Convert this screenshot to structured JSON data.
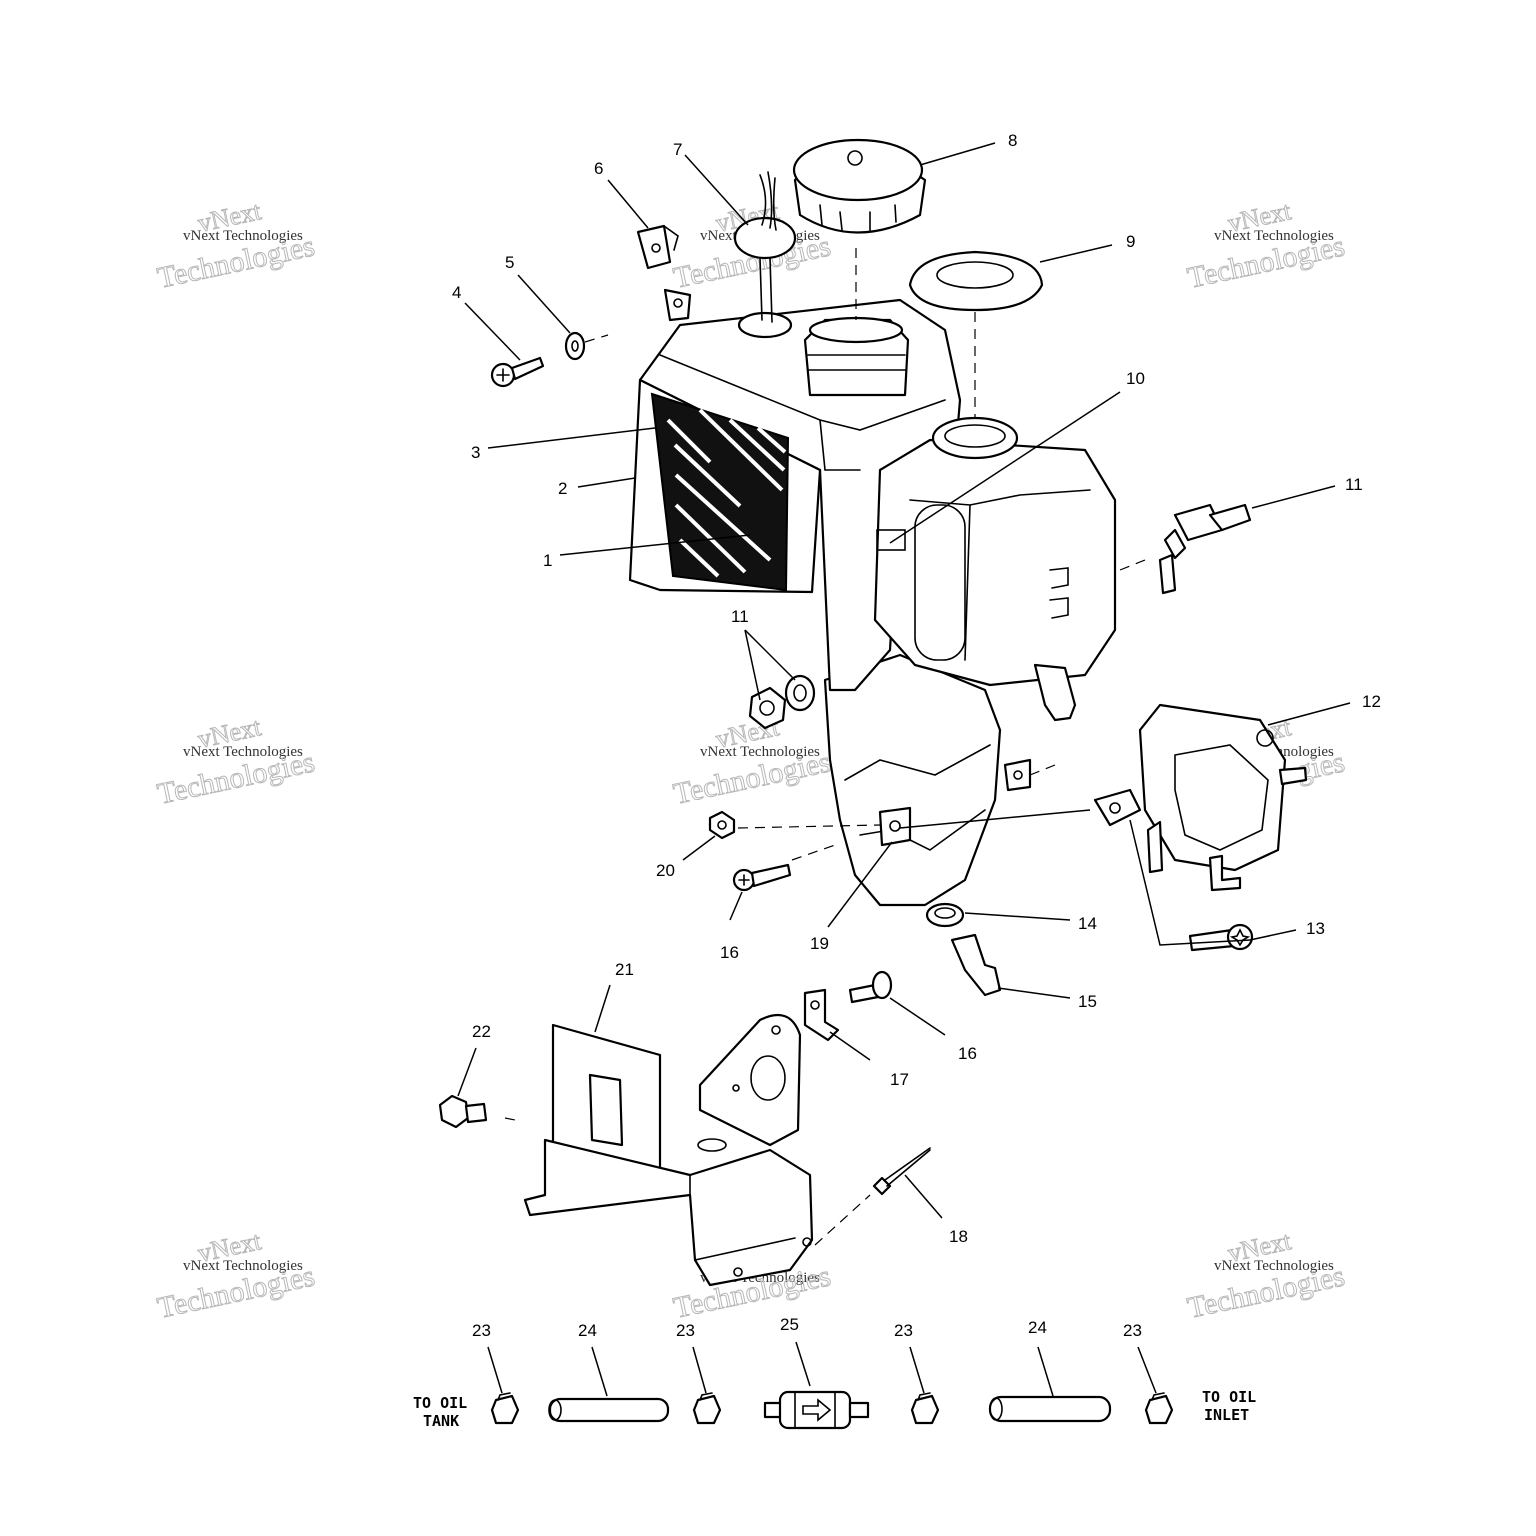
{
  "watermark": {
    "line1": "vNext",
    "line2": "Technologies",
    "caption": "vNext Technologies"
  },
  "callouts": {
    "c1": "1",
    "c2": "2",
    "c3": "3",
    "c4": "4",
    "c5": "5",
    "c6": "6",
    "c7": "7",
    "c8": "8",
    "c9": "9",
    "c10": "10",
    "c11a": "11",
    "c11b": "11",
    "c12": "12",
    "c13": "13",
    "c14": "14",
    "c15": "15",
    "c16a": "16",
    "c16b": "16",
    "c17": "17",
    "c18": "18",
    "c19": "19",
    "c20": "20",
    "c21": "21",
    "c22": "22",
    "c23a": "23",
    "c23b": "23",
    "c23c": "23",
    "c23d": "23",
    "c24a": "24",
    "c24b": "24",
    "c25": "25"
  },
  "flow_labels": {
    "oil_tank_line1": "TO OIL",
    "oil_tank_line2": "TANK",
    "oil_inlet_line1": "TO OIL",
    "oil_inlet_line2": "INLET"
  }
}
